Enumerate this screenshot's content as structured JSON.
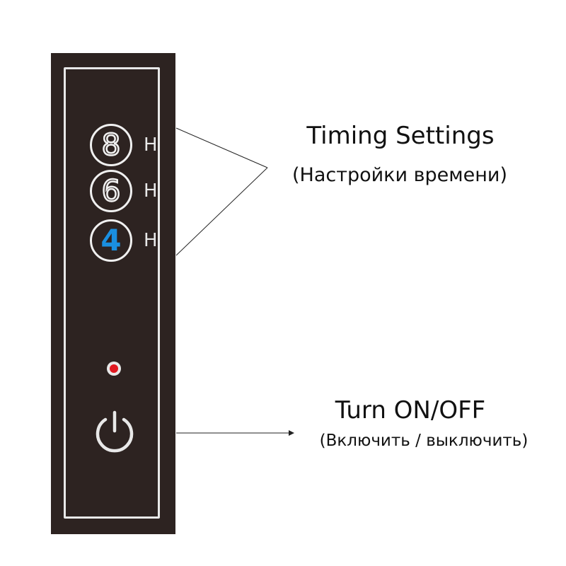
{
  "timers": [
    {
      "value": "8",
      "unit": "H",
      "active": false
    },
    {
      "value": "6",
      "unit": "H",
      "active": false
    },
    {
      "value": "4",
      "unit": "H",
      "active": true
    }
  ],
  "labels": {
    "timing_title": "Timing Settings",
    "timing_subtitle": "(Настройки времени)",
    "power_title": "Turn ON/OFF",
    "power_subtitle": "(Включить / выключить)"
  },
  "colors": {
    "panel": "#2d2321",
    "active_timer": "#1a8fe0",
    "led": "#e01820"
  },
  "icons": {
    "power": "power-icon",
    "indicator": "led-indicator-icon"
  }
}
